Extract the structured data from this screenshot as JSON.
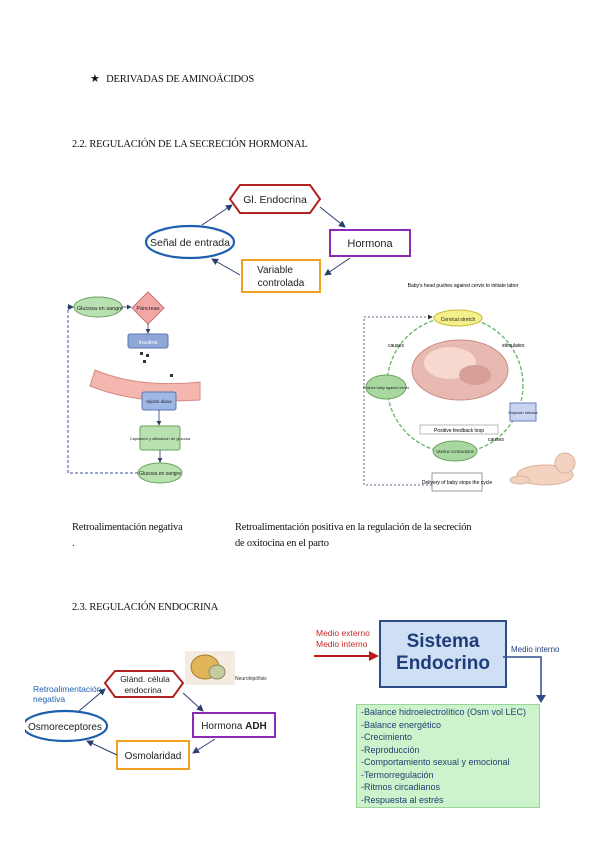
{
  "section_bullet": {
    "icon": "star-icon",
    "text": "DERIVADAS DE AMINOÁCIDOS"
  },
  "heading_22": "2.2. REGULACIÓN DE LA SECRECIÓN HORMONAL",
  "loop1": {
    "gland": "Gl. Endocrina",
    "hormone": "Hormona",
    "variable_line1": "Variable",
    "variable_line2": "controlada",
    "signal": "Señal de entrada"
  },
  "neg_diagram": {
    "glucose_high": "Glucosa en sangre",
    "pancreas": "Páncreas",
    "insulin": "Insulina",
    "tissues": "tejidos diana",
    "uptake": "Captación y utilización de glucosa",
    "glucose_low": "Glucosa en sangre"
  },
  "pos_diagram": {
    "baby_push": "Baby's head pushes against cervix to initiate labor",
    "cervix_stretch": "Cervical stretch",
    "causes": "causes",
    "stimulates": "stimulates",
    "pushes_baby": "Pushes baby against cervix",
    "oxytocin": "Oxytocin release",
    "positive_loop": "Positive feedback loop",
    "uterine": "Uterine contractions",
    "causes2": "causes",
    "delivery": "Delivery of baby stops the cycle"
  },
  "caption_neg_line1": "Retroalimentación negativa",
  "caption_neg_line2": ".",
  "caption_pos_line1": "Retroalimentación positiva en la regulación de la secreción",
  "caption_pos_line2": "de oxitocina en el parto",
  "heading_23": "2.3. REGULACIÓN ENDOCRINA",
  "loop2": {
    "feedback_label_1": "Retroalimentación",
    "feedback_label_2": "negativa",
    "gland_line1": "Glánd. célula",
    "gland_line2": "endocrina",
    "hormone_prefix": "Hormona ",
    "hormone_bold": "ADH",
    "osmolarity": "Osmolaridad",
    "osmoreceptors": "Osmoreceptores",
    "neuro_label": "Neurohipófisis"
  },
  "system": {
    "external_env": "Medio externo",
    "internal_env_in": "Medio interno",
    "title_line1": "Sistema",
    "title_line2": "Endocrino",
    "internal_env_out": "Medio interno",
    "functions": [
      "-Balance hidroelectrolítico (Osm vol LEC)",
      "-Balance energético",
      "-Crecimiento",
      "-Reproducción",
      "-Comportamiento sexual y emocional",
      "-Termorregulación",
      "-Ritmos circadianos",
      "-Respuesta al estrés"
    ]
  }
}
